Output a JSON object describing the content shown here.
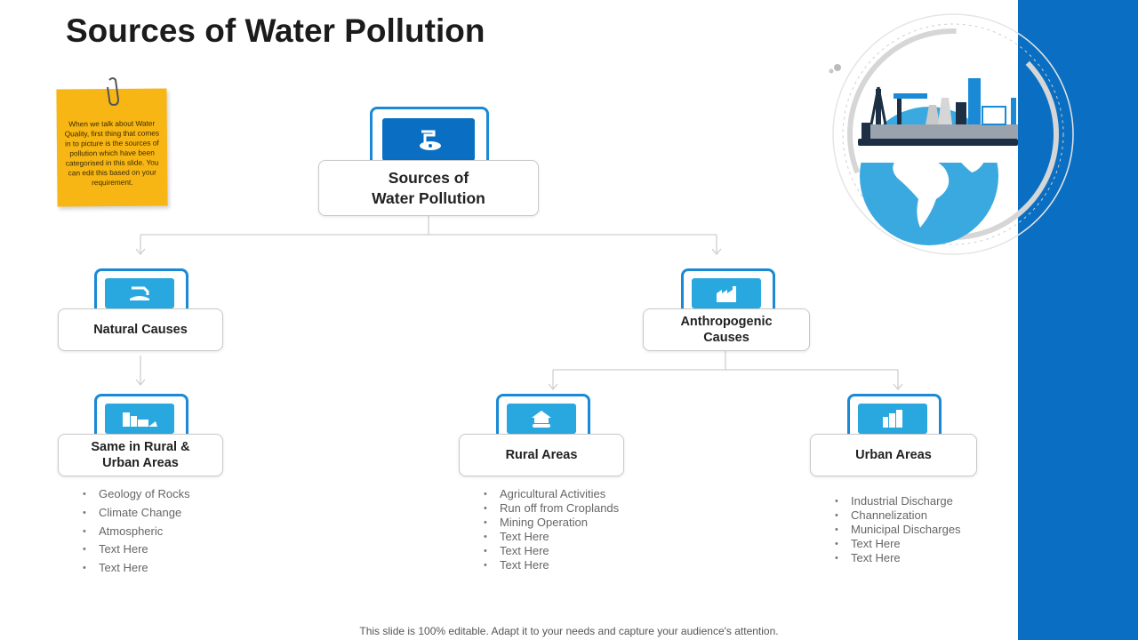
{
  "title": "Sources of Water Pollution",
  "note": "When we talk about Water Quality, first thing that comes in to picture is the sources of pollution which have been categorised in this slide. You can edit this based on your requirement.",
  "root": {
    "line1": "Sources of",
    "line2": "Water Pollution",
    "icon": "water-drain-icon"
  },
  "natural": {
    "label": "Natural Causes",
    "icon": "water-tap-icon"
  },
  "anthropogenic": {
    "line1": "Anthropogenic",
    "line2": "Causes",
    "icon": "factory-icon"
  },
  "same": {
    "line1": "Same in Rural &",
    "line2": "Urban Areas",
    "icon": "city-icon"
  },
  "rural": {
    "label": "Rural Areas",
    "icon": "farmhouse-icon"
  },
  "urban": {
    "label": "Urban Areas",
    "icon": "buildings-icon"
  },
  "same_items": [
    "Geology of Rocks",
    "Climate Change",
    "Atmospheric",
    "Text Here",
    "Text Here"
  ],
  "rural_items": [
    "Agricultural Activities",
    "Run off from Croplands",
    "Mining Operation",
    "Text Here",
    "Text Here",
    "Text Here"
  ],
  "urban_items": [
    "Industrial Discharge",
    "Channelization",
    "Municipal Discharges",
    "Text Here",
    "Text Here"
  ],
  "footer": "This slide is 100% editable. Adapt it to your needs and capture your audience's attention.",
  "colors": {
    "accent_dark": "#0a6fc2",
    "accent": "#1a8ad6",
    "accent_light": "#29a8e0",
    "note": "#f7b614"
  }
}
